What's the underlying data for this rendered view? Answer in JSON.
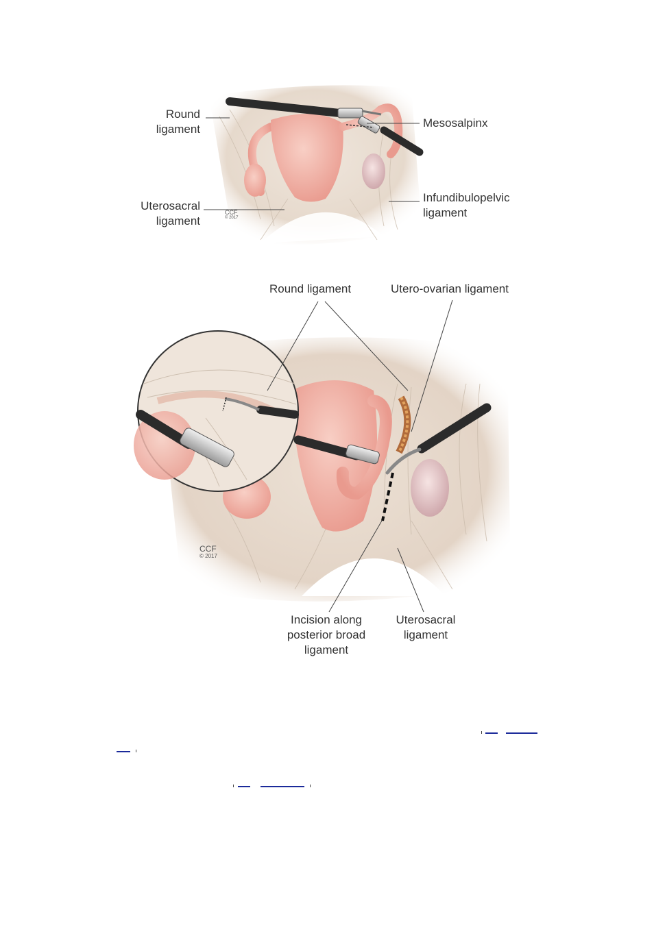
{
  "figure_top": {
    "labels": {
      "round_ligament": [
        "Round",
        "ligament"
      ],
      "mesosalpinx": "Mesosalpinx",
      "uterosacral_ligament": [
        "Uterosacral",
        "ligament"
      ],
      "infundibulopelvic_ligament": [
        "Infundibulopelvic",
        "ligament"
      ]
    },
    "copyright": [
      "CCF",
      "© 2017"
    ]
  },
  "figure_bottom": {
    "labels": {
      "round_ligament": "Round ligament",
      "utero_ovarian_ligament": "Utero-ovarian ligament",
      "incision": [
        "Incision along",
        "posterior broad",
        "ligament"
      ],
      "uterosacral_ligament": [
        "Uterosacral",
        "ligament"
      ]
    },
    "copyright": [
      "CCF",
      "© 2017"
    ]
  },
  "colors": {
    "tissue_pink": "#f3b3a8",
    "peritoneum": "#ece2d6",
    "instrument": "#2b2b2b",
    "link": "#1b2a9a"
  }
}
